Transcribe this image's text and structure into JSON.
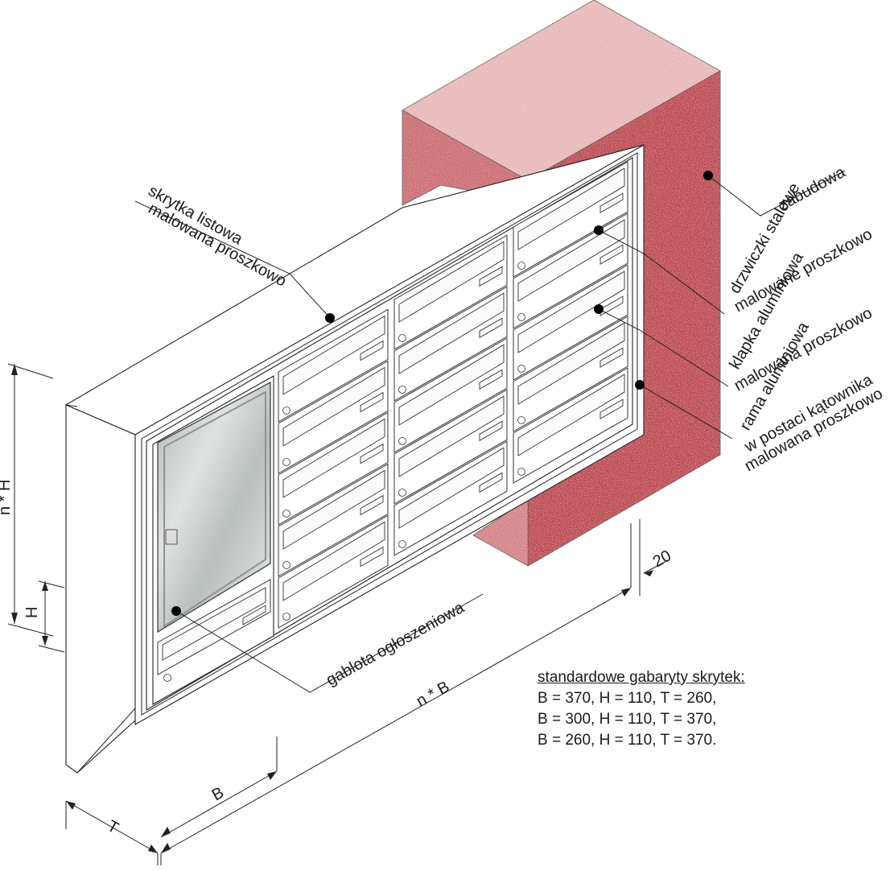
{
  "labels": {
    "skrytka_line1": "skrytka listowa",
    "skrytka_line2": "malowana proszkowo",
    "zabudowa": "zabudowa",
    "drzwiczki_line1": "drzwiczki stalowe",
    "drzwiczki_line2": "malowane proszkowo",
    "klapka_line1": "klapka aluminiowa",
    "klapka_line2": "malowana proszkowo",
    "rama_line1": "rama aluminiowa",
    "rama_line2": "w postaci kątownika",
    "rama_line3": "malowana proszkowo",
    "gablota": "gablota ogłoszeniowa"
  },
  "dimensions": {
    "nH": "n * H",
    "H": "H",
    "nB": "n * B",
    "B": "B",
    "T": "T",
    "twenty": "20"
  },
  "spec": {
    "title": "standardowe gabaryty skrytek:",
    "lines": [
      "B = 370, H = 110, T = 260,",
      "B = 300, H = 110, T = 370,",
      "B = 260, H = 110, T = 370."
    ]
  },
  "colors": {
    "brick_light": "#e0a0a2",
    "brick_dark": "#b8434c",
    "line": "#222222",
    "glass": "#c9cccc"
  }
}
